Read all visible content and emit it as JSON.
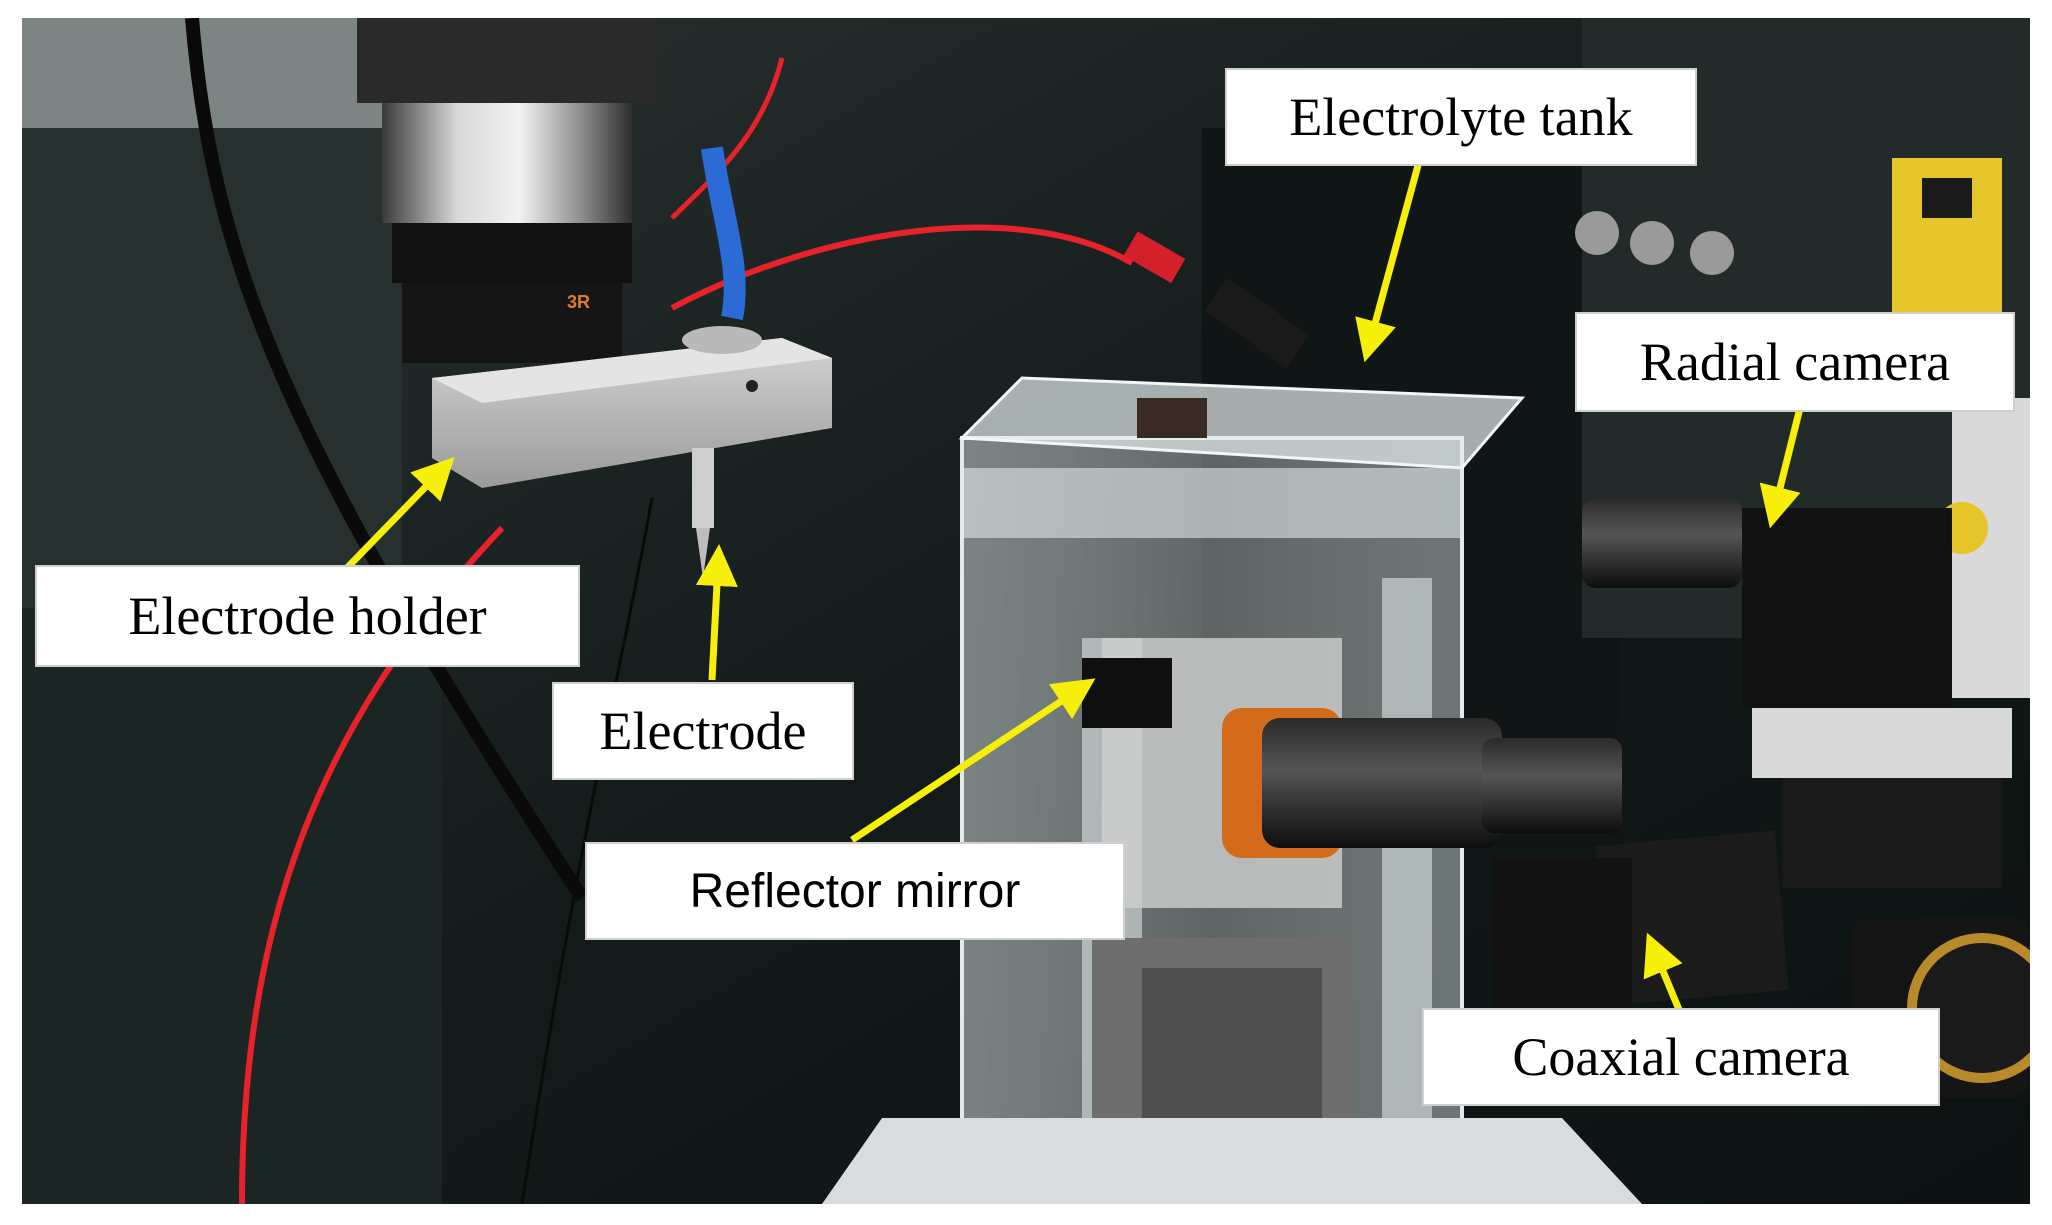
{
  "labels": {
    "electrolyte_tank": "Electrolyte tank",
    "radial_camera": "Radial camera",
    "electrode_holder": "Electrode holder",
    "electrode": "Electrode",
    "reflector_mirror": "Reflector mirror",
    "coaxial_camera": "Coaxial camera"
  },
  "colors": {
    "arrow": "#f5ef0a",
    "label_background": "#ffffff",
    "label_text": "#000000",
    "wire": "#e8222b"
  }
}
